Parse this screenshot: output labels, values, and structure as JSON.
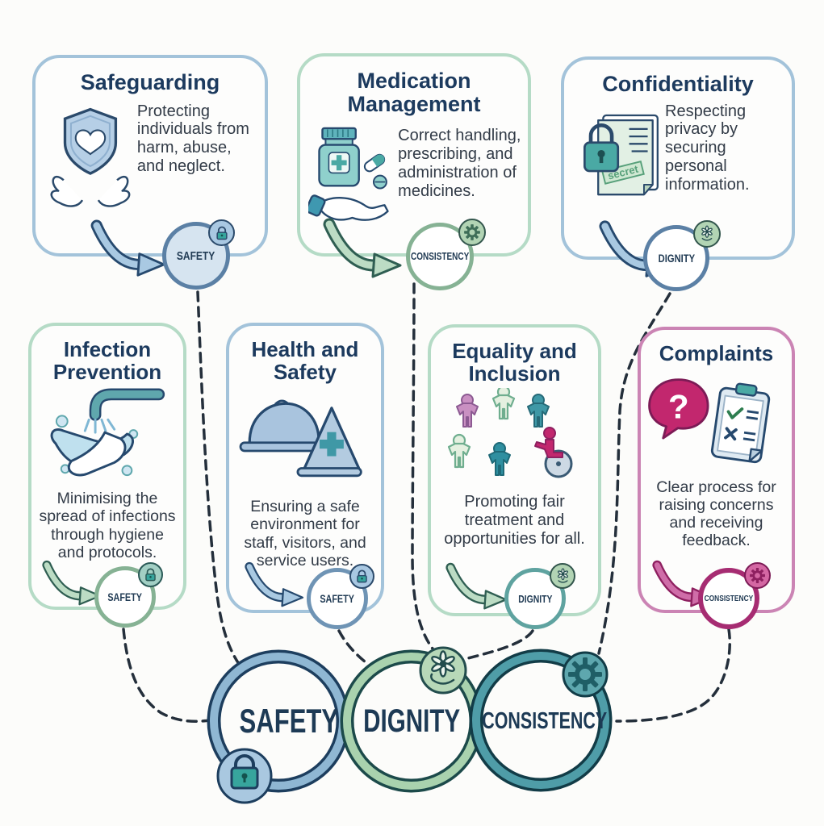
{
  "colors": {
    "navy_title": "#1c3a5e",
    "body_text": "#323b47",
    "blue_border": "#a3c3da",
    "green_border": "#b5dbc6",
    "pink_border": "#cb84b4",
    "teal": "#4aa9a4",
    "magenta": "#c2276e",
    "ring_safety": "#8fb7d3",
    "ring_dignity": "#a9d2ae",
    "ring_consistency": "#4f9da8",
    "connector": "#242f3b"
  },
  "cards": [
    {
      "title": "Safeguarding",
      "description": "Protecting individuals from harm, abuse, and neglect.",
      "badge": "SAFETY",
      "badge_icon": "lock-icon",
      "icon": "shield-heart-hands-icon"
    },
    {
      "title": "Medication Management",
      "description": "Correct handling, prescribing, and administration of medicines.",
      "badge": "CONSISTENCY",
      "badge_icon": "gear-icon",
      "icon": "medicine-bottle-hand-icon"
    },
    {
      "title": "Confidentiality",
      "description": "Respecting privacy by securing personal information.",
      "badge": "DIGNITY",
      "badge_icon": "flower-hand-icon",
      "icon": "padlock-document-icon",
      "stamp": "secret"
    },
    {
      "title": "Infection Prevention",
      "description": "Minimising the spread of infections through hygiene and protocols.",
      "badge": "SAFETY",
      "badge_icon": "lock-icon",
      "icon": "handwashing-icon"
    },
    {
      "title": "Health and Safety",
      "description": "Ensuring a safe environment for staff, visitors, and service users.",
      "badge": "SAFETY",
      "badge_icon": "lock-icon",
      "icon": "hardhat-cone-icon"
    },
    {
      "title": "Equality and Inclusion",
      "description": "Promoting fair treatment and opportunities for all.",
      "badge": "DIGNITY",
      "badge_icon": "flower-hand-icon",
      "icon": "people-circle-icon"
    },
    {
      "title": "Complaints",
      "description": "Clear process for raising concerns and receiving feedback.",
      "badge": "CONSISTENCY",
      "badge_icon": "gear-icon",
      "icon": "question-clipboard-icon",
      "bubble_glyph": "?"
    }
  ],
  "rings": [
    {
      "label": "SAFETY",
      "icon": "lock-icon"
    },
    {
      "label": "DIGNITY",
      "icon": "flower-hand-icon"
    },
    {
      "label": "CONSISTENCY",
      "icon": "gear-icon"
    }
  ]
}
